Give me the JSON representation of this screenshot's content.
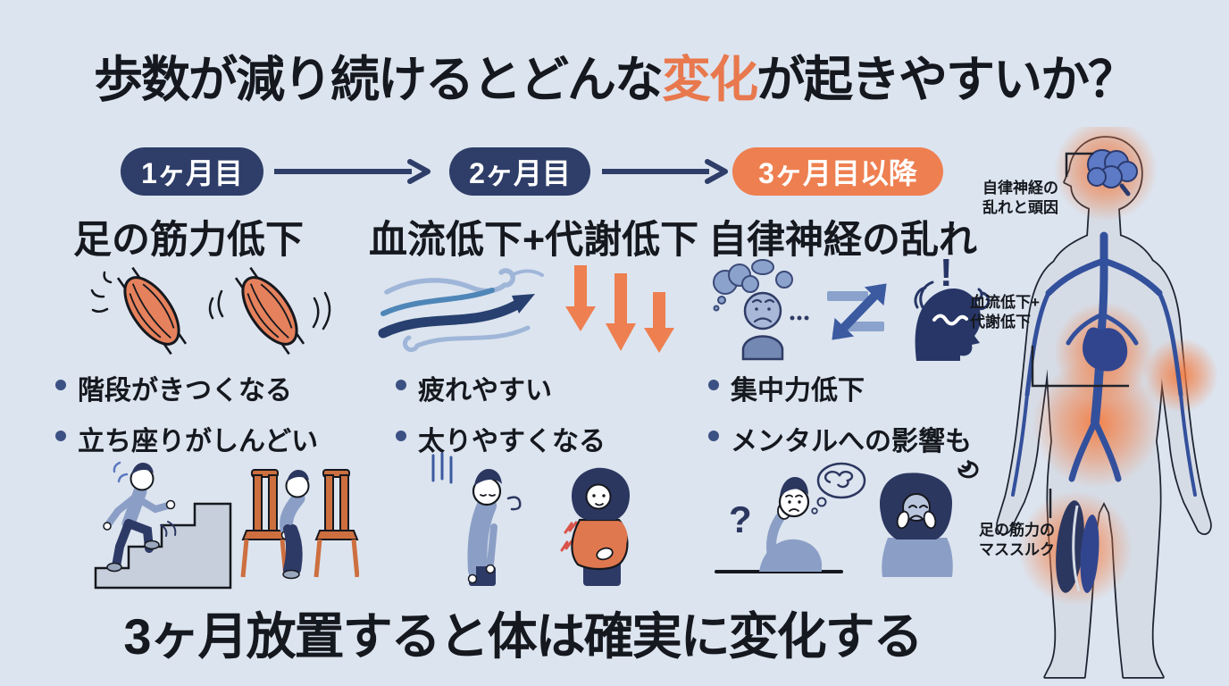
{
  "infographic": {
    "title": {
      "pre": "歩数が減り続けるとどんな",
      "highlight": "変化",
      "post": "が起きやすいか？"
    },
    "footer": "3ヶ月放置すると体は確実に変化する"
  },
  "timeline": {
    "stages": [
      {
        "label": "1ヶ月目",
        "color": "navy"
      },
      {
        "label": "2ヶ月目",
        "color": "navy"
      },
      {
        "label": "3ヶ月目以降",
        "color": "orange"
      }
    ]
  },
  "columns": [
    {
      "heading": "足の筋力低下",
      "icons": [
        "muscle-icon",
        "muscle-icon"
      ],
      "bullets": [
        "階段がきつくなる",
        "立ち座りがしんどい"
      ],
      "illustrations": [
        "person-climbing-stairs",
        "person-rising-from-chair"
      ]
    },
    {
      "heading": "血流低下+代謝低下",
      "icons": [
        "blood-flow-waves-icon",
        "triple-down-arrows-icon"
      ],
      "bullets": [
        "疲れやすい",
        "太りやすくなる"
      ],
      "illustrations": [
        "slouched-tired-man",
        "woman-holding-belly"
      ]
    },
    {
      "heading": "自律神経の乱れ",
      "icons": [
        "worried-person-thought-icon",
        "imbalance-double-arrow-icon",
        "stressed-head-icon"
      ],
      "bullets": [
        "集中力低下",
        "メンタルへの影響も"
      ],
      "illustrations": [
        "confused-man-question-mark",
        "distressed-woman-spiral"
      ]
    }
  ],
  "body_diagram": {
    "labels": [
      {
        "lines": [
          "自律神経の",
          "乱れと頭因"
        ]
      },
      {
        "lines": [
          "血流低下+",
          "代謝低下"
        ]
      },
      {
        "lines": [
          "足の筋力の",
          "マススルク"
        ]
      }
    ]
  },
  "glyphs": {
    "question": "?",
    "exclamation": "!"
  },
  "colors": {
    "background": "#dce4ef",
    "ink": "#15181e",
    "navy": "#2e3e68",
    "orange": "#ee7f50",
    "accent": "#e8784d",
    "slate": "#8b9fc6",
    "slate-dark": "#7488b4",
    "deep-navy": "#2c3760",
    "vein": "#33509c",
    "body-fill": "#d6dce6",
    "flow-light": "#9fb6d9",
    "flow-mid": "#4f86b8",
    "flow-dark": "#27406f",
    "chair": "#cd6f3f",
    "shirt": "#e0784f",
    "glow": "#f4793c",
    "muscle": "#e5815c",
    "alert": "#d9534a",
    "stair": "#c7cfdc",
    "organ": "#31458f",
    "brain": "#5d7ac6",
    "pants": "#2e3a66",
    "bullet": "#3c5183",
    "bar": "#8aa2cc",
    "arrowline": "#3b5aa0"
  }
}
